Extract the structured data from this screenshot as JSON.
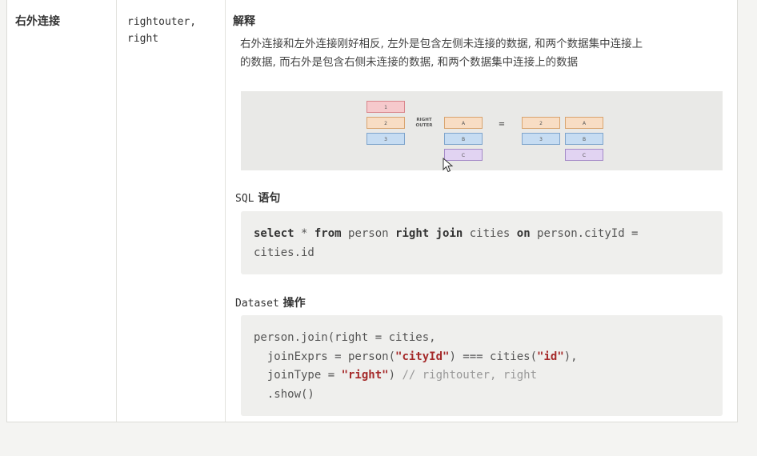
{
  "row": {
    "join_name": "右外连接",
    "join_types": [
      "rightouter,",
      "right"
    ]
  },
  "explanation": {
    "title": "解释",
    "lines": [
      "右外连接和左外连接刚好相反, 左外是包含左侧未连接的数据, 和两个数据集中连接上",
      "的数据, 而右外是包含右侧未连接的数据, 和两个数据集中连接上的数据"
    ]
  },
  "diagram": {
    "operator_label_line1": "RIGHT",
    "operator_label_line2": "OUTER",
    "equals": "=",
    "left_table": [
      "1",
      "2",
      "3"
    ],
    "right_table": [
      "A",
      "B",
      "C"
    ],
    "result_left": [
      "2",
      "3",
      ""
    ],
    "result_right": [
      "A",
      "B",
      "C"
    ],
    "colors": {
      "red_fill": "#f6c9cc",
      "red_stroke": "#d9868c",
      "orange_fill": "#f8ddc4",
      "orange_stroke": "#d9a46f",
      "blue_fill": "#c6dcf2",
      "blue_stroke": "#7ea4cc",
      "purple_fill": "#e1d3f2",
      "purple_stroke": "#a48ac7"
    }
  },
  "sql": {
    "title_mono": "SQL",
    "title_cn": "语句",
    "code": {
      "kw1": "select",
      "t1": " * ",
      "kw2": "from",
      "t2": " person ",
      "kw3": "right join",
      "t3": " cities ",
      "kw4": "on",
      "t4": " person.cityId =",
      "line2": "cities.id"
    }
  },
  "dataset": {
    "title_mono": "Dataset",
    "title_cn": "操作",
    "code": {
      "l1": "person.join(right = cities,",
      "l2a": "  joinExprs = person(",
      "l2s1": "\"cityId\"",
      "l2b": ") === cities(",
      "l2s2": "\"id\"",
      "l2c": "),",
      "l3a": "  joinType = ",
      "l3s": "\"right\"",
      "l3b": ") ",
      "l3c": "// rightouter, right",
      "l4": "  .show()"
    }
  }
}
